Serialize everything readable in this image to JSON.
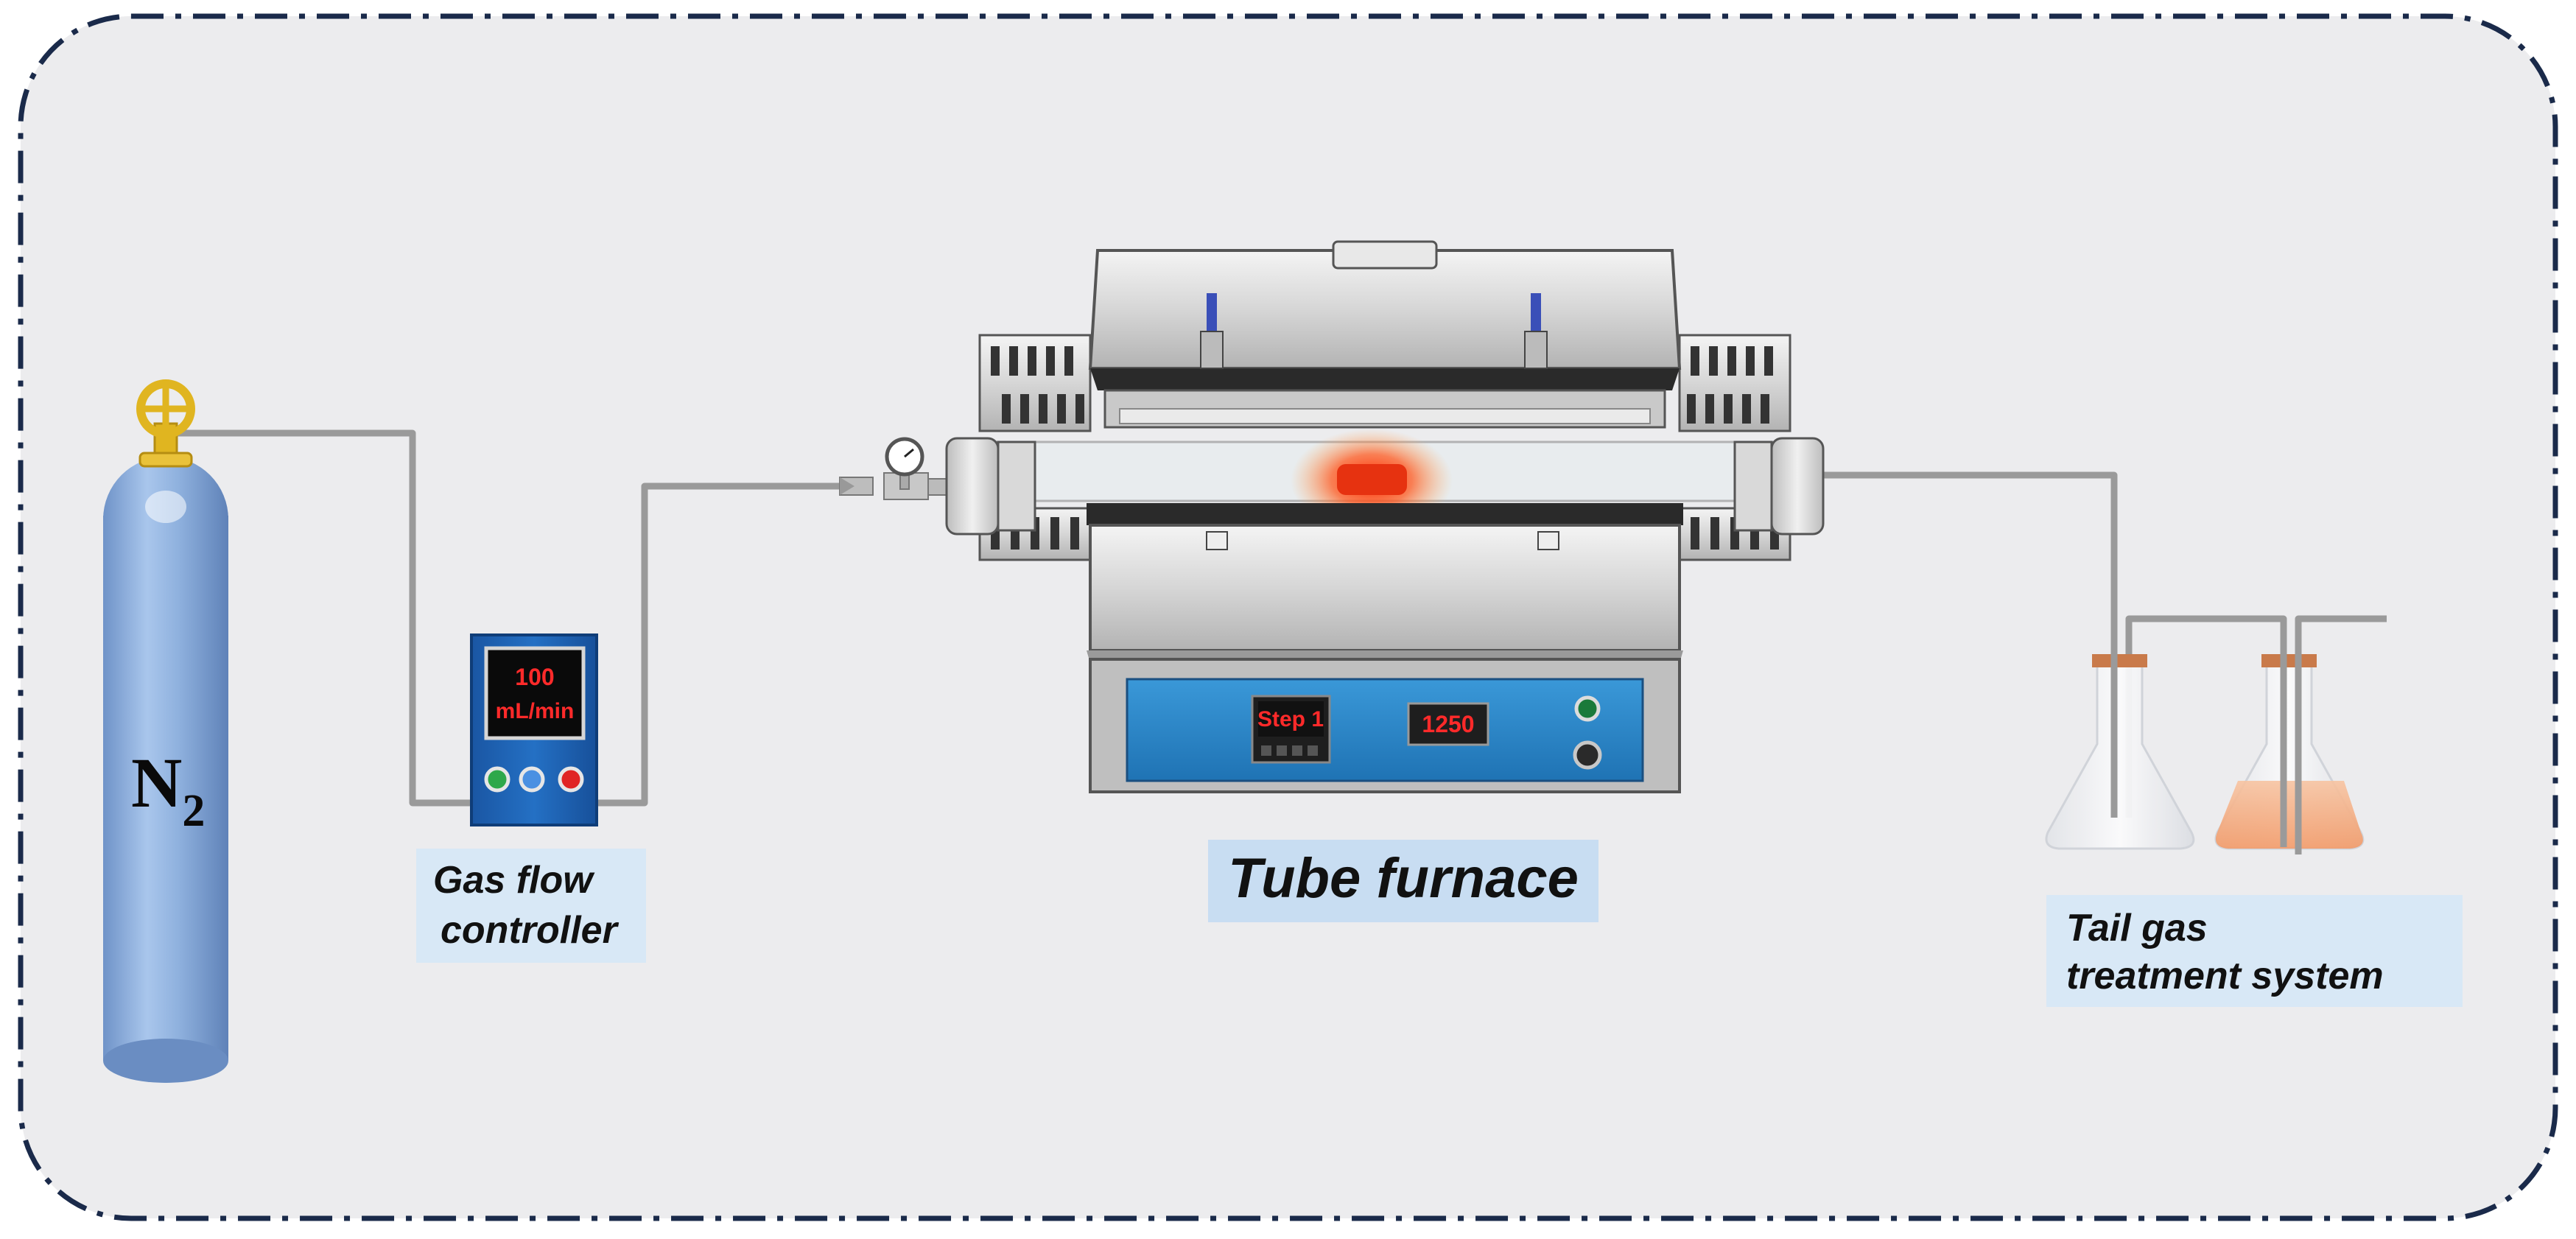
{
  "labels": {
    "gas_symbol": "N",
    "gas_subscript": "2",
    "gas_flow_line1": "Gas flow",
    "gas_flow_line2": "controller",
    "tube_furnace": "Tube furnace",
    "tail_gas_line1": "Tail gas",
    "tail_gas_line2": "treatment  system"
  },
  "flow_controller": {
    "display_value": "100",
    "display_unit": "mL/min"
  },
  "furnace_panel": {
    "step_display": "Step 1",
    "temperature_display": "1250"
  },
  "colors": {
    "background": "#ececee",
    "border": "#1a2a4a",
    "cylinder": "#8fb1de",
    "valve": "#e0b520",
    "controller": "#1e63b5",
    "furnace_panel": "#2a86c8",
    "label_bg": "#d8e8f6",
    "glow": "#ff3a10",
    "solution": "#f5b48a"
  }
}
